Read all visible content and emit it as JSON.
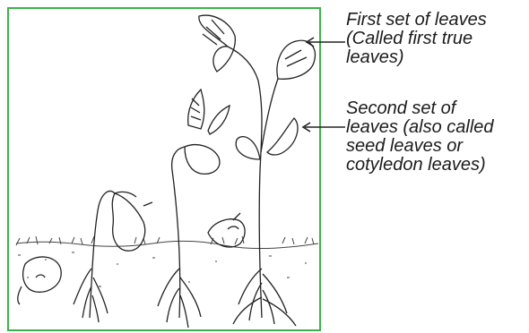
{
  "diagram": {
    "border_color": "#3cb34a",
    "line_color": "#222222",
    "labels": [
      {
        "lines": [
          "First set  of leaves",
          "(Called first true",
          "leaves)"
        ]
      },
      {
        "lines": [
          "Second set of",
          "leaves (also called",
          "seed leaves or",
          "cotyledon leaves)"
        ]
      }
    ]
  }
}
